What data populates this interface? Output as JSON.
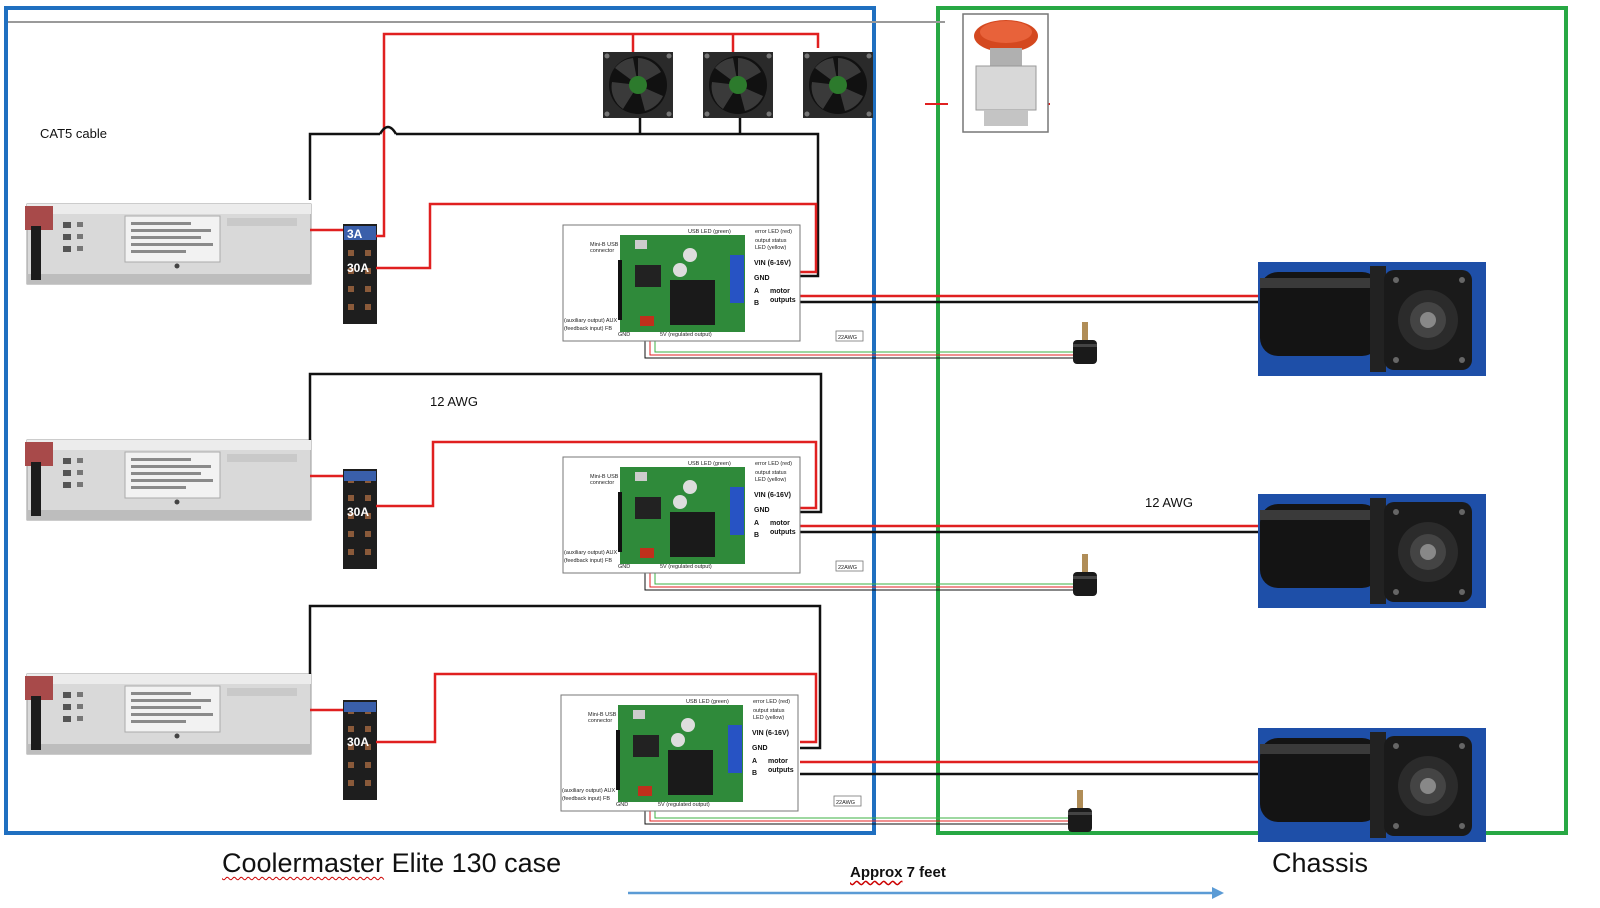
{
  "labels": {
    "cat5": "CAT5 cable",
    "awg12_left": "12 AWG",
    "awg12_right": "12 AWG",
    "fuse_3a": "3A",
    "fuse_30a": "30A",
    "awg22": "22AWG"
  },
  "controller_labels": {
    "usb_led": "USB LED (green)",
    "error_led": "error LED (red)",
    "output_status": "output status",
    "led_yellow": "LED (yellow)",
    "mini_b": "Mini-B USB",
    "connector": "connector",
    "vin": "VIN (6-16V)",
    "gnd": "GND",
    "a": "A",
    "b": "B",
    "motor": "motor",
    "outputs": "outputs",
    "aux": "(auxiliary output) AUX",
    "fb": "(feedback input) FB",
    "gnd_small": "GND",
    "fivev": "5V (regulated output)"
  },
  "footer": {
    "left_prefix": "Coolermaster",
    "left_suffix": " Elite 130 case",
    "middle_prefix": "Approx",
    "middle_suffix": " 7 feet",
    "right": "Chassis"
  },
  "colors": {
    "case_border": "#1f6fc0",
    "chassis_border": "#27a844",
    "red_wire": "#e02020",
    "black_wire": "#111111",
    "green_wire": "#3cb043",
    "arrow": "#5b9bd5"
  }
}
